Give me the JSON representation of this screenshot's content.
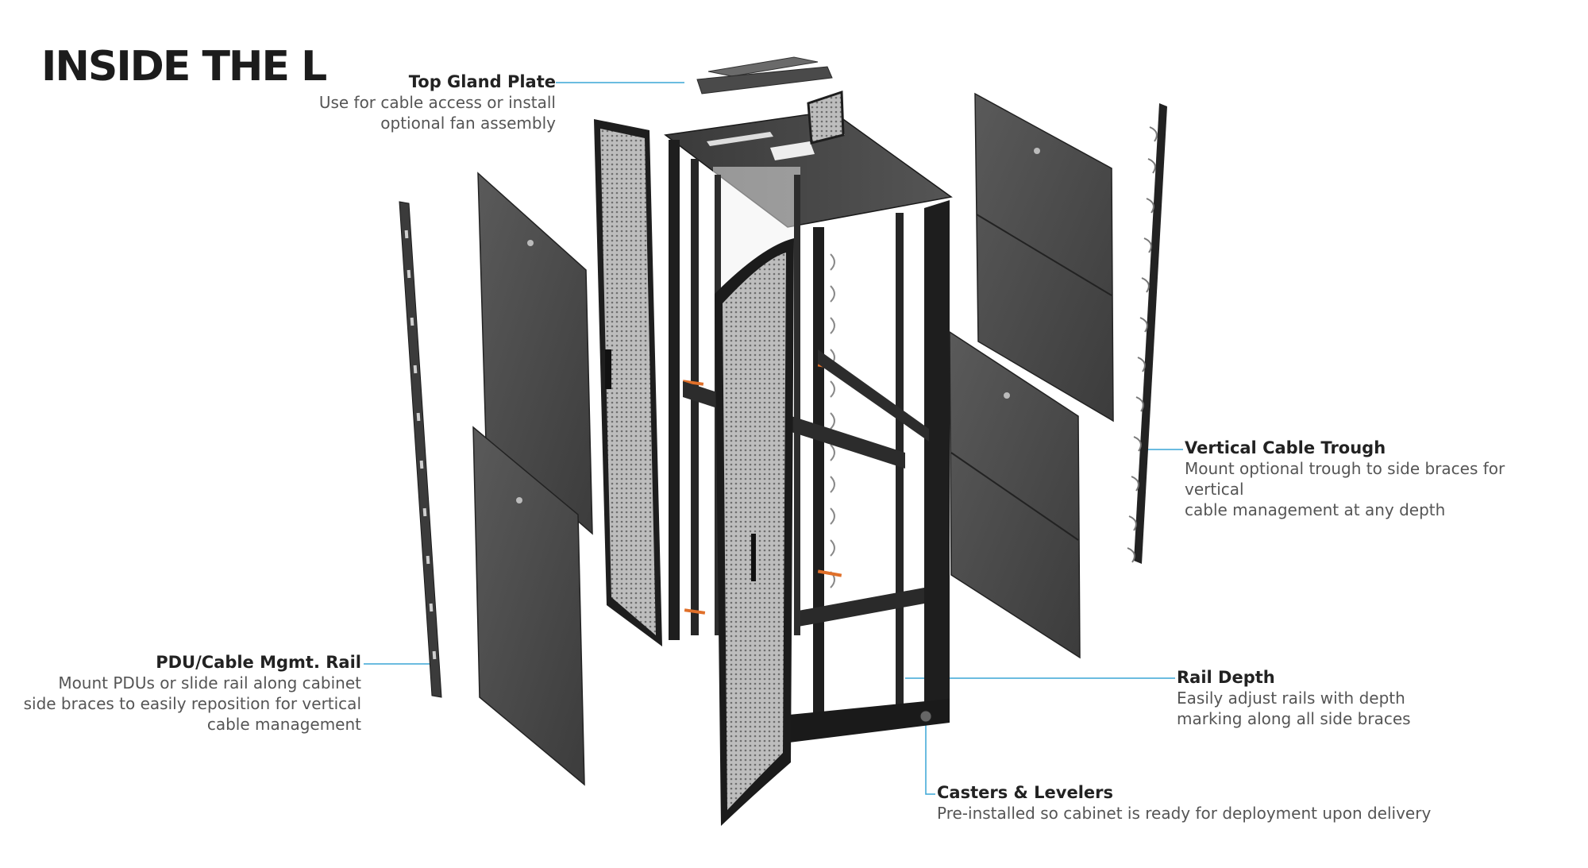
{
  "title": "INSIDE THE L",
  "callouts": {
    "top_gland": {
      "heading": "Top Gland Plate",
      "lines": [
        "Use for cable access or install",
        "optional fan assembly"
      ]
    },
    "pdu_rail": {
      "heading": "PDU/Cable Mgmt. Rail",
      "lines": [
        "Mount PDUs or slide rail along cabinet",
        "side braces to easily reposition for vertical",
        "cable management"
      ]
    },
    "cable_trough": {
      "heading": "Vertical Cable Trough",
      "lines": [
        "Mount optional trough to side braces for vertical",
        "cable management at any depth"
      ]
    },
    "rail_depth": {
      "heading": "Rail Depth",
      "lines": [
        "Easily adjust rails with depth",
        "marking along all side braces"
      ]
    },
    "casters": {
      "heading": "Casters & Levelers",
      "lines": [
        "Pre-installed so cabinet is ready for deployment upon delivery"
      ]
    }
  },
  "colors": {
    "leader": "#3aa6d6",
    "panel": "#555555",
    "frame": "#1e1e1e",
    "mesh": "#9a9a9a",
    "accent": "#e0702a"
  }
}
